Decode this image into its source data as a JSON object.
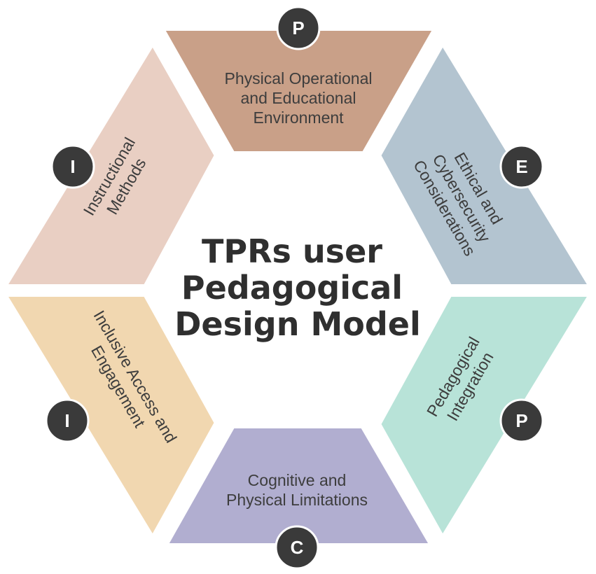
{
  "center": {
    "lines": [
      "TPRs user",
      "Pedagogical",
      "Design Model"
    ],
    "color": "#2f2f2f"
  },
  "segments": [
    {
      "id": "physical-environment",
      "letter": "P",
      "lines": [
        "Physical Operational",
        "and Educational",
        "Environment"
      ],
      "color": "#c9a088"
    },
    {
      "id": "ethical-cybersecurity",
      "letter": "E",
      "lines": [
        "Ethical and",
        "Cybersecurity",
        "Considerations"
      ],
      "color": "#b3c4d0"
    },
    {
      "id": "pedagogical-integration",
      "letter": "P",
      "lines": [
        "Pedagogical",
        "Integration"
      ],
      "color": "#b8e3d8"
    },
    {
      "id": "cognitive-physical",
      "letter": "C",
      "lines": [
        "Cognitive and",
        "Physical Limitations"
      ],
      "color": "#b1aed0"
    },
    {
      "id": "inclusive-access",
      "letter": "I",
      "lines": [
        "Inclusive Access and",
        "Engagement"
      ],
      "color": "#f1d7b0"
    },
    {
      "id": "instructional-methods",
      "letter": "I",
      "lines": [
        "Instructional",
        "Methods"
      ],
      "color": "#e9cfc3"
    }
  ],
  "badge_color": "#3a3a3a"
}
